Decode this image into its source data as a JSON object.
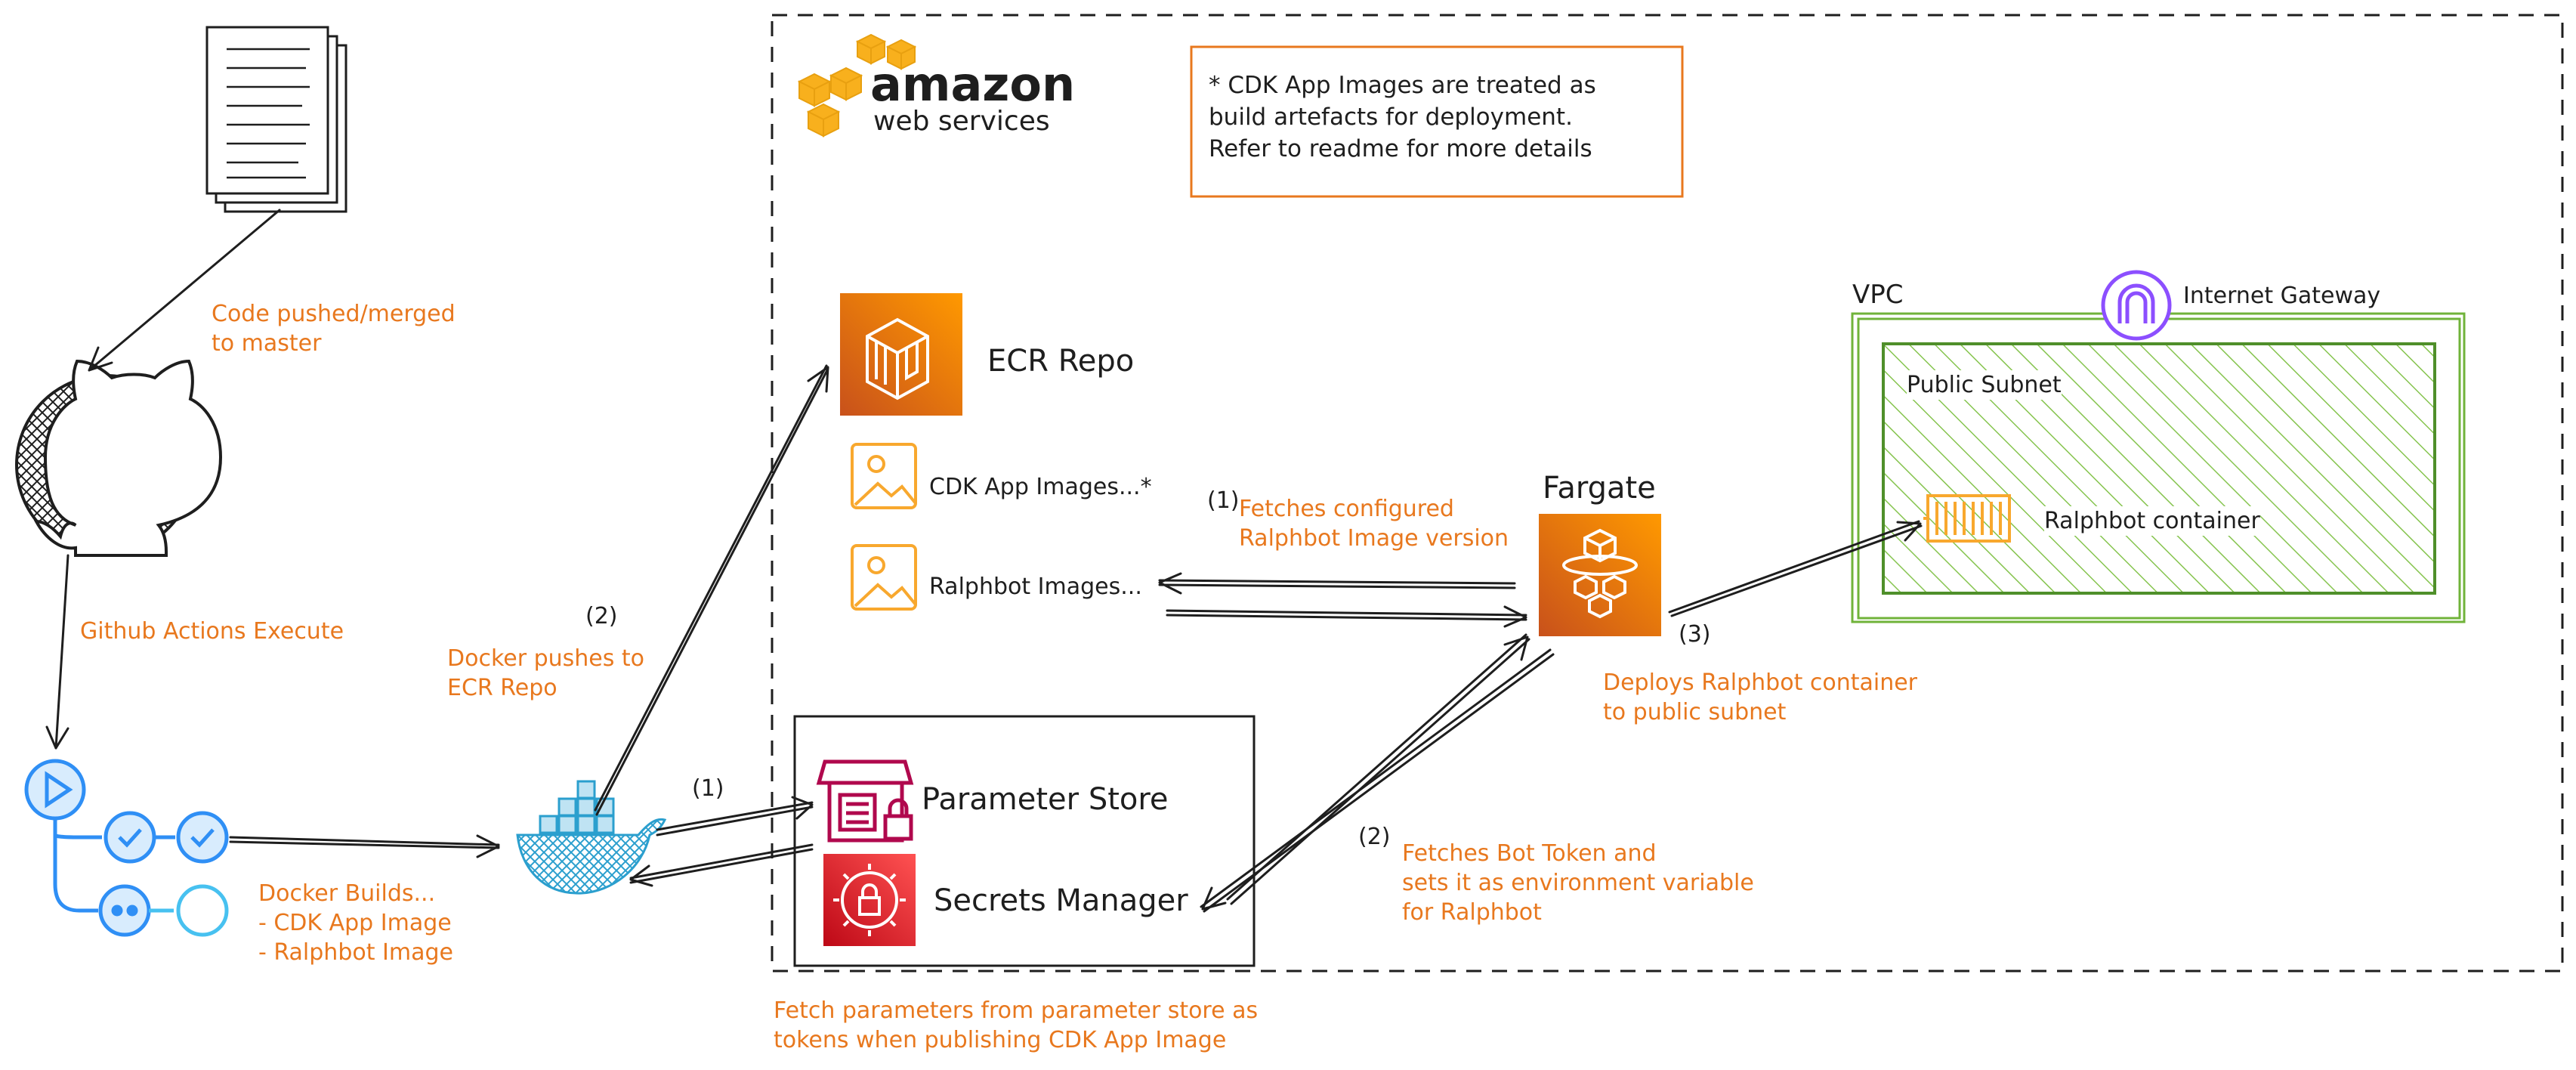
{
  "aws_logo": {
    "line1": "amazon",
    "line2": "web services"
  },
  "note": {
    "lines": [
      "* CDK App Images are treated as",
      "build artefacts for deployment.",
      "Refer to readme for more details"
    ]
  },
  "labels": {
    "code_pushed": [
      "Code pushed/merged",
      "to master"
    ],
    "github_actions": "Github Actions Execute",
    "docker_builds": [
      "Docker Builds...",
      "- CDK App Image",
      "- Ralphbot Image"
    ],
    "docker_pushes_num": "(2)",
    "docker_pushes": [
      "Docker pushes to",
      "ECR Repo"
    ],
    "fetch_params_num": "(1)",
    "fetch_params": [
      "Fetch parameters from parameter store as",
      "tokens when publishing CDK App Image"
    ],
    "ecr_repo": "ECR Repo",
    "cdk_images": "CDK App Images...*",
    "ralphbot_images": "Ralphbot Images...",
    "fetch_image_num": "(1)",
    "fetch_image": [
      "Fetches configured",
      "Ralphbot Image version"
    ],
    "fargate": "Fargate",
    "deploys_num": "(3)",
    "deploys": [
      "Deploys Ralphbot container",
      "to public subnet"
    ],
    "fetch_token_num": "(2)",
    "fetch_token": [
      "Fetches Bot Token and",
      "sets it as environment variable",
      "for Ralphbot"
    ],
    "parameter_store": "Parameter Store",
    "secrets_manager": "Secrets Manager",
    "vpc": "VPC",
    "internet_gateway": "Internet Gateway",
    "public_subnet": "Public Subnet",
    "ralphbot_container": "Ralphbot container"
  },
  "colors": {
    "annotation": "#e8781e",
    "aws_orange": "#ed7100",
    "vpc_green": "#70b33a",
    "hatch_green": "#86c44f",
    "security_red": "#c7131f",
    "mgmt_pink": "#b0084d",
    "igw_purple": "#8c4fff",
    "docker_blue": "#2b9fce",
    "actions_blue": "#2f8ff5",
    "actions_light": "#47c1f0"
  }
}
